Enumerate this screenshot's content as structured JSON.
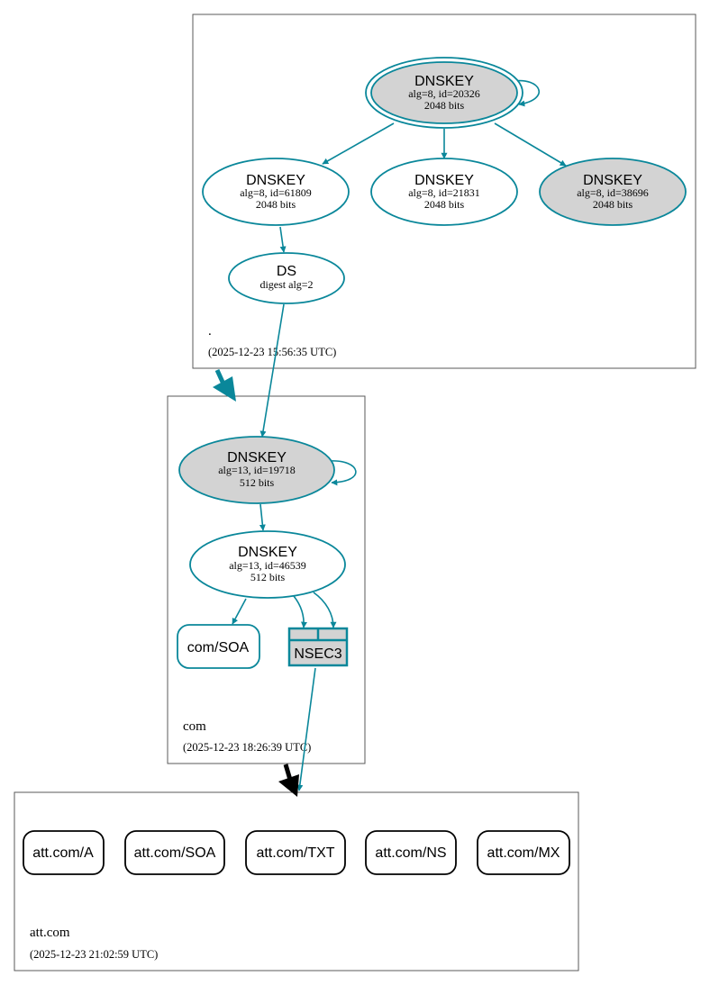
{
  "colors": {
    "edge": "#0a879a",
    "node_fill_ksk": "#d3d3d3",
    "node_fill_plain": "#ffffff",
    "delegation_secure": "#0a879a",
    "delegation_insecure": "#000000"
  },
  "zones": {
    "root": {
      "name": ".",
      "timestamp": "(2025-12-23 15:56:35 UTC)"
    },
    "com": {
      "name": "com",
      "timestamp": "(2025-12-23 18:26:39 UTC)"
    },
    "att": {
      "name": "att.com",
      "timestamp": "(2025-12-23 21:02:59 UTC)"
    }
  },
  "nodes": {
    "root_ksk": {
      "title": "DNSKEY",
      "line1": "alg=8, id=20326",
      "line2": "2048 bits"
    },
    "root_k1": {
      "title": "DNSKEY",
      "line1": "alg=8, id=61809",
      "line2": "2048 bits"
    },
    "root_k2": {
      "title": "DNSKEY",
      "line1": "alg=8, id=21831",
      "line2": "2048 bits"
    },
    "root_k3": {
      "title": "DNSKEY",
      "line1": "alg=8, id=38696",
      "line2": "2048 bits"
    },
    "root_ds": {
      "title": "DS",
      "line1": "digest alg=2"
    },
    "com_ksk": {
      "title": "DNSKEY",
      "line1": "alg=13, id=19718",
      "line2": "512 bits"
    },
    "com_zsk": {
      "title": "DNSKEY",
      "line1": "alg=13, id=46539",
      "line2": "512 bits"
    },
    "com_soa": {
      "label": "com/SOA"
    },
    "com_nsec3": {
      "label": "NSEC3"
    },
    "att_a": {
      "label": "att.com/A"
    },
    "att_soa": {
      "label": "att.com/SOA"
    },
    "att_txt": {
      "label": "att.com/TXT"
    },
    "att_ns": {
      "label": "att.com/NS"
    },
    "att_mx": {
      "label": "att.com/MX"
    }
  }
}
